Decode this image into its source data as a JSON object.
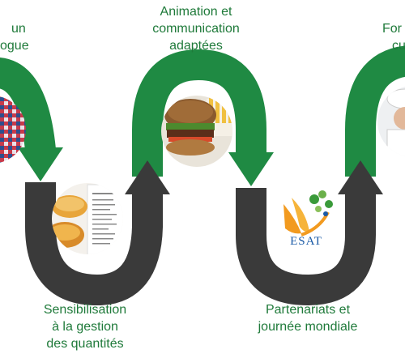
{
  "colors": {
    "green": "#1f8a43",
    "dark": "#3a3a3a",
    "text_green": "#1f7a3a",
    "esat_blue": "#1a5aa6",
    "esat_orange": "#f29a1f"
  },
  "labels": {
    "top_left": [
      "un",
      "ogue"
    ],
    "top_center": [
      "Animation et",
      "communication",
      "adaptées"
    ],
    "top_right": [
      "For",
      "cu"
    ],
    "bottom_left": [
      "Sensibilisation",
      "à la gestion",
      "des quantités"
    ],
    "bottom_right": [
      "Partenariats et",
      "journée mondiale"
    ]
  },
  "logo": {
    "text": "ESAT"
  },
  "photos": [
    {
      "name": "fabric-photo",
      "icon": "checkered-shirt"
    },
    {
      "name": "dessert-recipe-photo",
      "icon": "creme-brulee-recipe-card"
    },
    {
      "name": "burger-photo",
      "icon": "burger-and-fries"
    },
    {
      "name": "chef-photo",
      "icon": "chef"
    }
  ]
}
